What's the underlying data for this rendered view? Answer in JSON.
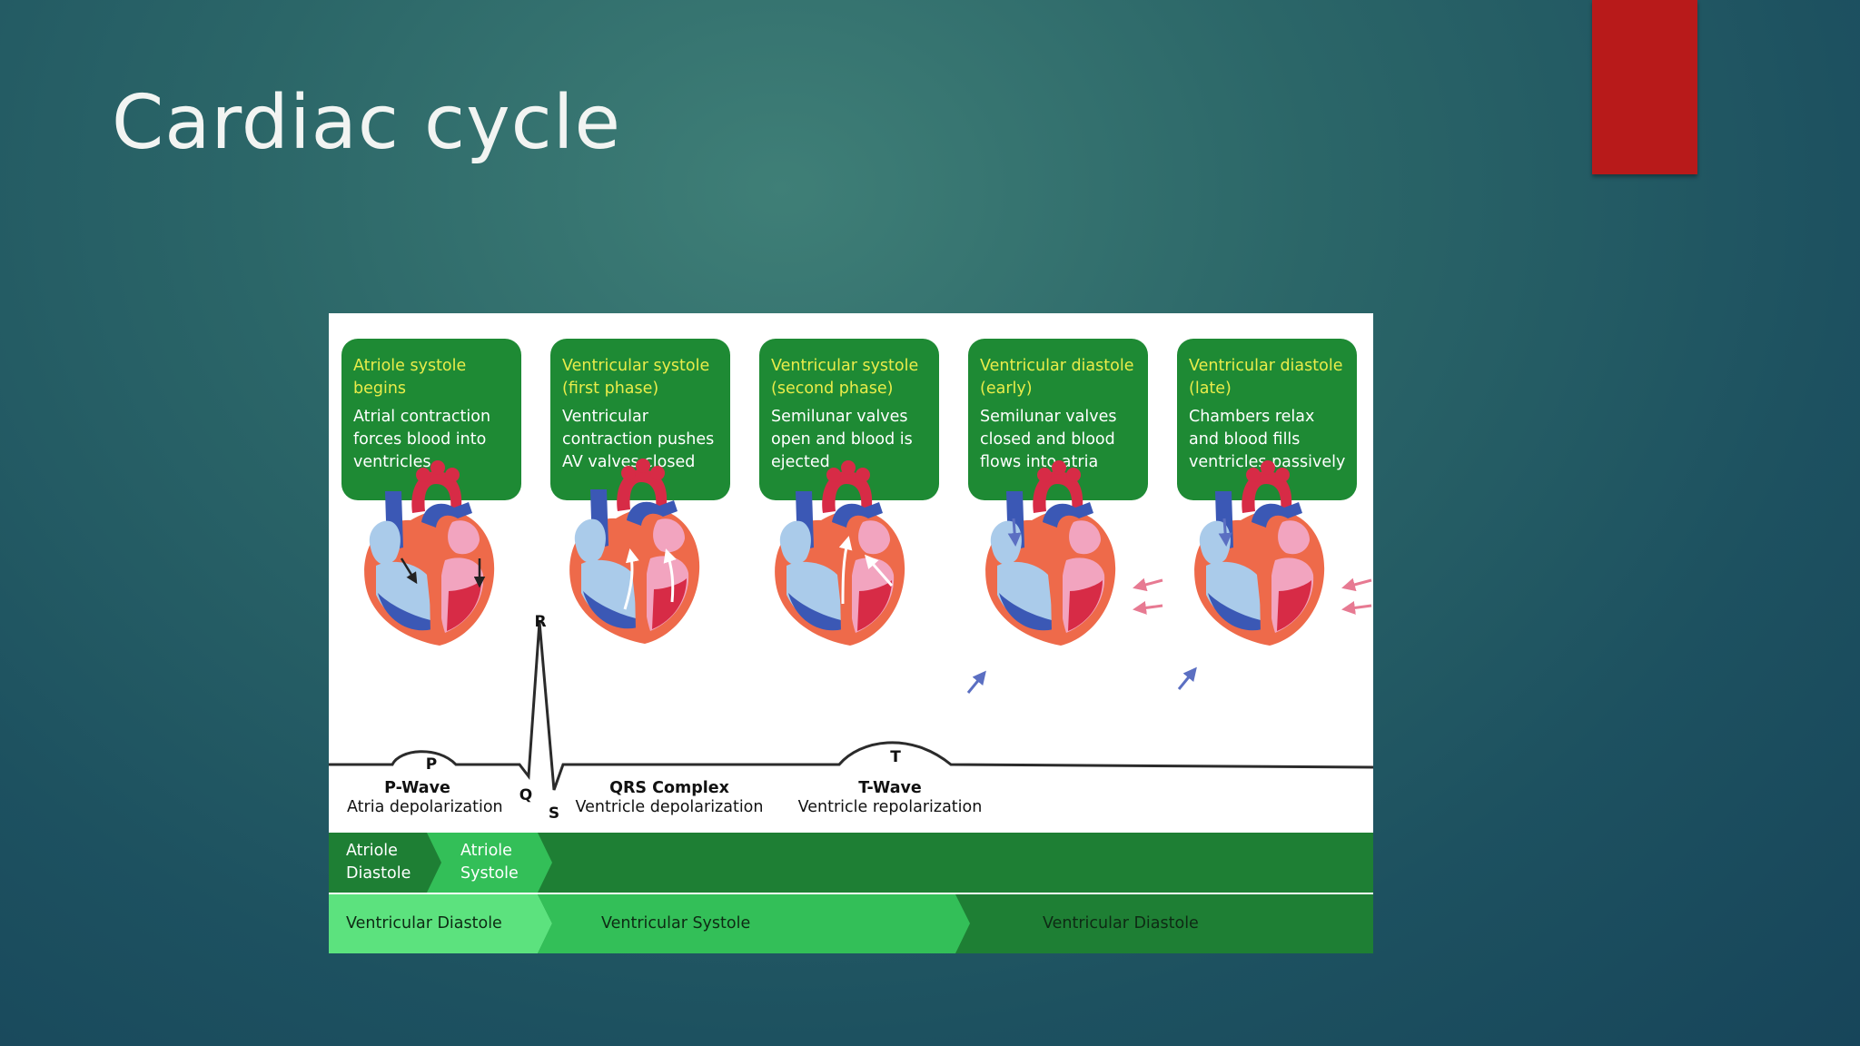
{
  "slide": {
    "title": "Cardiac cycle"
  },
  "phases": [
    {
      "title": "Atriole systole begins",
      "title_lines": [
        "Atriole systole",
        "begins"
      ],
      "desc_lines": [
        "Atrial contraction",
        "forces blood into",
        "ventricles"
      ]
    },
    {
      "title": "Ventricular systole (first phase)",
      "title_lines": [
        "Ventricular systole",
        "(first phase)"
      ],
      "desc_lines": [
        "Ventricular",
        "contraction pushes",
        "AV valves closed"
      ]
    },
    {
      "title": "Ventricular systole (second phase)",
      "title_lines": [
        "Ventricular systole",
        "(second phase)"
      ],
      "desc_lines": [
        "Semilunar valves",
        "open and blood is",
        "ejected"
      ]
    },
    {
      "title": "Ventricular diastole (early)",
      "title_lines": [
        "Ventricular diastole",
        "(early)"
      ],
      "desc_lines": [
        "Semilunar valves",
        "closed and blood",
        "flows into atria"
      ]
    },
    {
      "title": "Ventricular diastole (late)",
      "title_lines": [
        "Ventricular diastole",
        "(late)"
      ],
      "desc_lines": [
        "Chambers relax",
        "and blood fills",
        "ventricles passively"
      ]
    }
  ],
  "ecg": {
    "point_labels": {
      "p": "P",
      "q": "Q",
      "r": "R",
      "s": "S",
      "t": "T"
    },
    "waves": [
      {
        "name": "P-Wave",
        "desc": "Atria depolarization"
      },
      {
        "name": "QRS Complex",
        "desc": "Ventricle depolarization"
      },
      {
        "name": "T-Wave",
        "desc": "Ventricle repolarization"
      }
    ]
  },
  "bands": {
    "atrial": [
      "Atriole Diastole",
      "Atriole Systole"
    ],
    "ventricular": [
      "Ventricular Diastole",
      "Ventricular Systole",
      "Ventricular Diastole"
    ]
  },
  "colors": {
    "background": "#1d5160",
    "accent_bar": "#b81a1a",
    "box_green": "#1e8a34",
    "box_title": "#e9ec4a",
    "band_dark": "#1e7f34",
    "band_mid": "#33bf58",
    "band_light": "#5ce27e",
    "heart_red": "#d72b46",
    "heart_blue": "#3b58b5",
    "heart_light_blue": "#aacbea",
    "heart_pink": "#f2a4bf",
    "heart_outline": "#ee6a4a"
  }
}
